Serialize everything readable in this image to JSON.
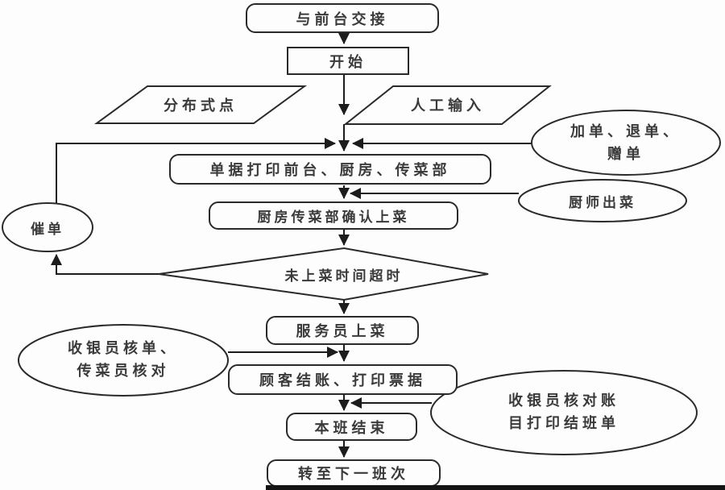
{
  "diagram": {
    "name": "restaurant-ordering-service-flowchart",
    "colors": {
      "stroke": "#2a2a2a",
      "text": "#3a3a3a",
      "background": "#fdfdfd",
      "bottom_bar": "#141414"
    },
    "nodes": {
      "handover": {
        "label": "与前台交接",
        "shape": "rounded-rect"
      },
      "start": {
        "label": "开始",
        "shape": "rect"
      },
      "distributed_order": {
        "label": "分布式点",
        "shape": "parallelogram"
      },
      "manual_input": {
        "label": "人工输入",
        "shape": "parallelogram"
      },
      "order_changes": {
        "line1": "加单、退单、",
        "line2": "赠单",
        "shape": "ellipse"
      },
      "print_orders": {
        "label": "单据打印前台、厨房、传菜部",
        "shape": "rounded-rect"
      },
      "chef_serve": {
        "label": "厨师出菜",
        "shape": "ellipse"
      },
      "urge_order": {
        "label": "催单",
        "shape": "ellipse"
      },
      "kitchen_confirm": {
        "label": "厨房传菜部确认上菜",
        "shape": "rounded-rect"
      },
      "timeout_check": {
        "label": "未上菜时间超时",
        "shape": "diamond"
      },
      "waiter_serve": {
        "label": "服务员上菜",
        "shape": "rounded-rect"
      },
      "cashier_verify": {
        "line1": "收银员核单、",
        "line2": "传菜员核对",
        "shape": "ellipse"
      },
      "checkout": {
        "label": "顾客结账、打印票据",
        "shape": "rounded-rect"
      },
      "shift_report": {
        "line1": "收银员核对账",
        "line2": "目打印结班单",
        "shape": "ellipse"
      },
      "shift_end": {
        "label": "本班结束",
        "shape": "rounded-rect"
      },
      "next_shift": {
        "label": "转至下一班次",
        "shape": "rounded-rect"
      }
    }
  }
}
